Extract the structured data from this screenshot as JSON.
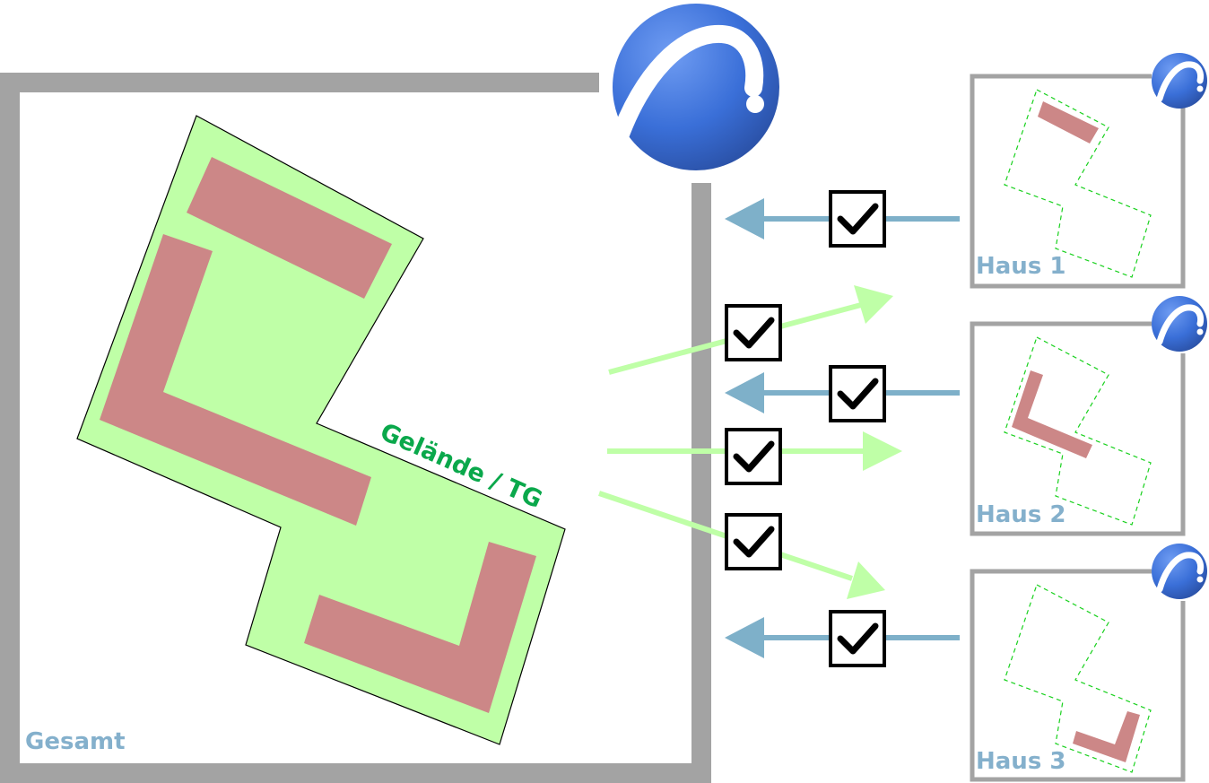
{
  "main_file": {
    "label": "Gesamt"
  },
  "site_label": "Gelände / TG",
  "houses": [
    {
      "label": "Haus 1"
    },
    {
      "label": "Haus 2"
    },
    {
      "label": "Haus 3"
    }
  ],
  "colors": {
    "frame": "#a3a3a3",
    "site_fill": "#bfffa7",
    "building_fill": "#cc8787",
    "site_label": "#0aa84b",
    "label_blue": "#84b0cc",
    "arrow_blue": "#7eb0c9",
    "arrow_green": "#bfffa7",
    "dashed_outline": "#19d11e",
    "logo_blue": "#3a6fd8"
  },
  "icons": {
    "app_logo": "archicad-logo-icon",
    "checkbox": "checkbox-checked-icon"
  }
}
